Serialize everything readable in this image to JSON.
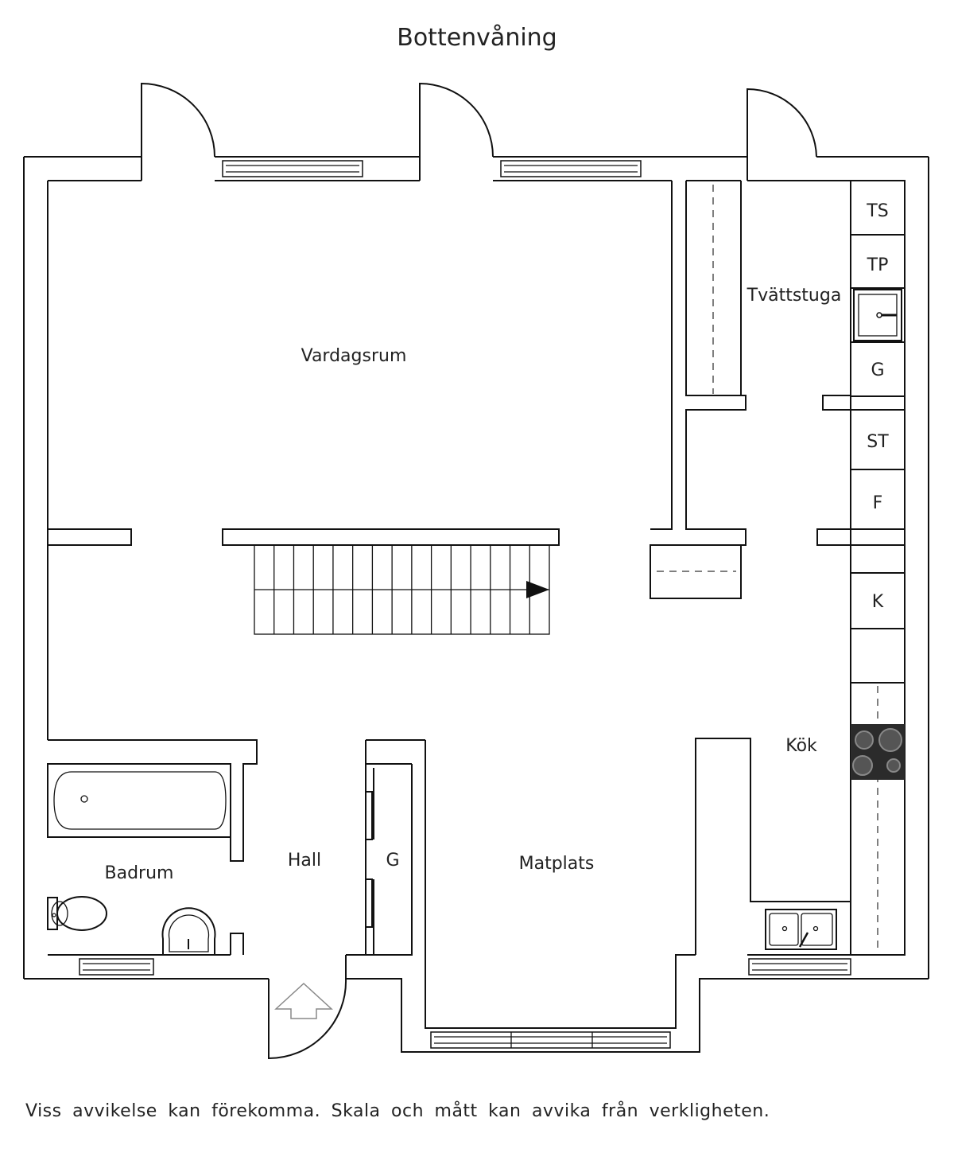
{
  "title": "Bottenvåning",
  "rooms": {
    "vardagsrum": "Vardagsrum",
    "tvattstuga": "Tvättstuga",
    "kok": "Kök",
    "matplats": "Matplats",
    "hall": "Hall",
    "garderob": "G",
    "badrum": "Badrum"
  },
  "appliances": {
    "ts": "TS",
    "tp": "TP",
    "g": "G",
    "st": "ST",
    "f": "F",
    "k": "K"
  },
  "disclaimer": "Viss avvikelse kan förekomma. Skala och mått kan avvika från verkligheten.",
  "icons": [
    "door-swing-icon",
    "window-icon",
    "stair-arrow-icon",
    "entrance-arrow-icon",
    "bathtub-icon",
    "toilet-icon",
    "washbasin-icon",
    "stove-icon",
    "sink-icon"
  ]
}
